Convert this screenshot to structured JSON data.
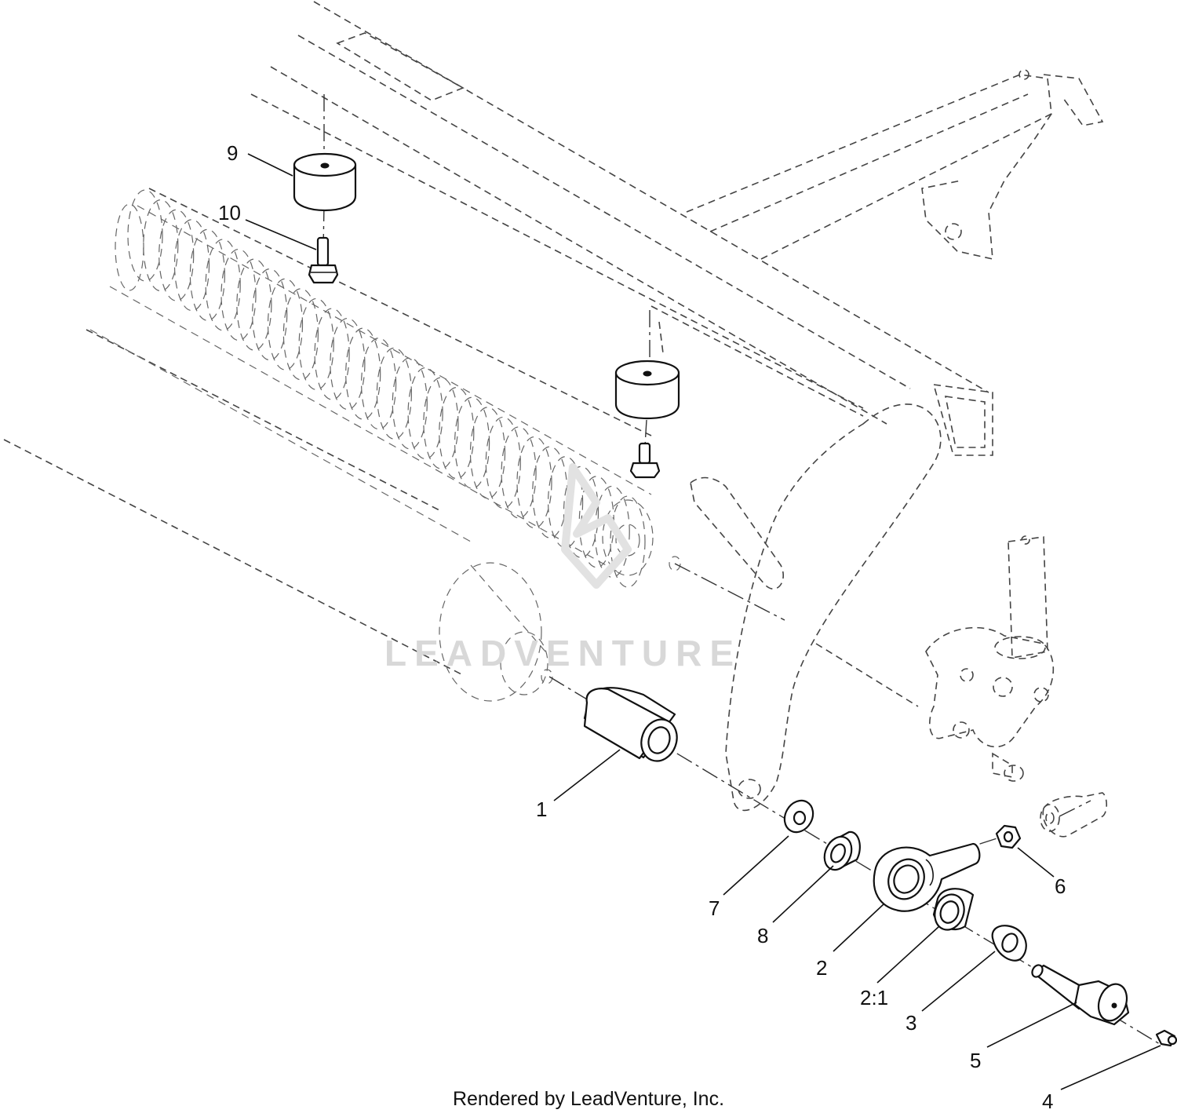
{
  "watermark": {
    "text": "LEADVENTURE"
  },
  "footer": {
    "text": "Rendered by LeadVenture, Inc."
  },
  "callouts": [
    {
      "id": "9",
      "label": "9"
    },
    {
      "id": "10",
      "label": "10"
    },
    {
      "id": "1",
      "label": "1"
    },
    {
      "id": "7",
      "label": "7"
    },
    {
      "id": "8",
      "label": "8"
    },
    {
      "id": "2",
      "label": "2"
    },
    {
      "id": "2_1",
      "label": "2:1"
    },
    {
      "id": "3",
      "label": "3"
    },
    {
      "id": "5",
      "label": "5"
    },
    {
      "id": "4",
      "label": "4"
    },
    {
      "id": "6",
      "label": "6"
    }
  ]
}
